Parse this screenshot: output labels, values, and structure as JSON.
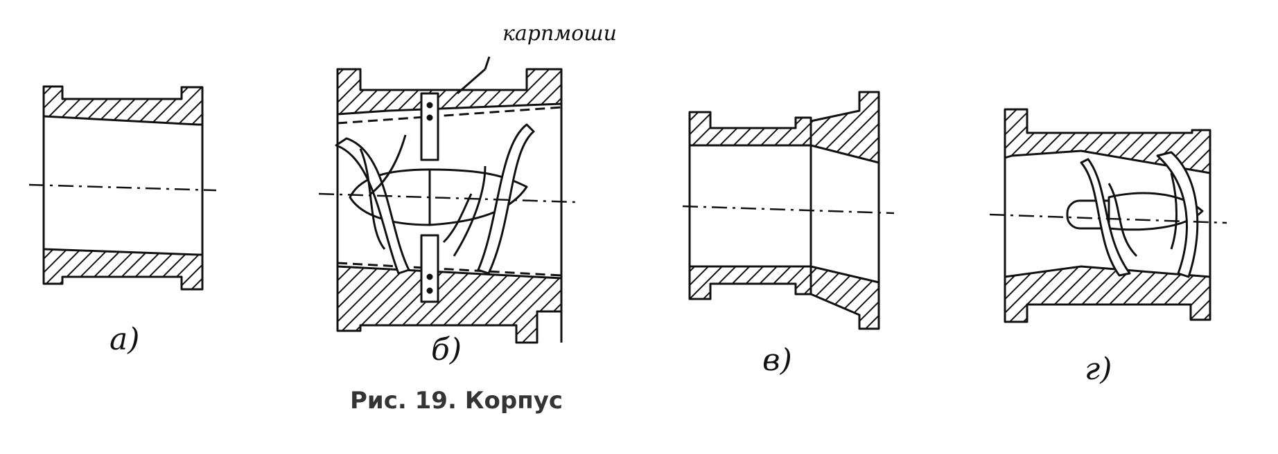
{
  "annotation": "карпмоши",
  "labels": {
    "a": "а)",
    "b": "б)",
    "c": "в)",
    "d": "г)"
  },
  "caption": "Рис. 19. Корпус"
}
